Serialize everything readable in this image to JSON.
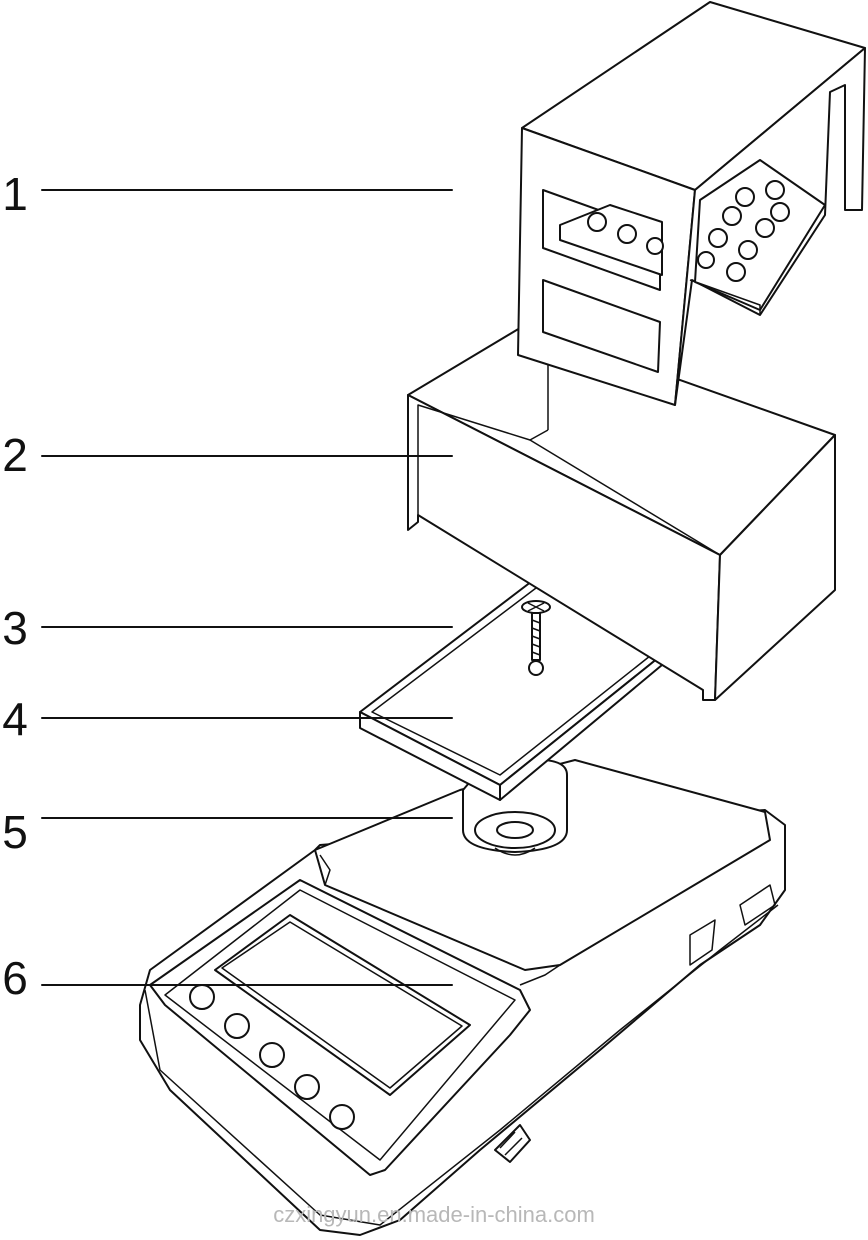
{
  "callouts": [
    {
      "num": "1",
      "part": "top-cover"
    },
    {
      "num": "2",
      "part": "shield-frame"
    },
    {
      "num": "3",
      "part": "screw"
    },
    {
      "num": "4",
      "part": "weighing-pan"
    },
    {
      "num": "5",
      "part": "pan-support"
    },
    {
      "num": "6",
      "part": "balance-base"
    }
  ],
  "watermark": "czxingyun.en.made-in-china.com",
  "colors": {
    "line": "#111111",
    "watermark": "#b8b8b8",
    "background": "#ffffff"
  }
}
